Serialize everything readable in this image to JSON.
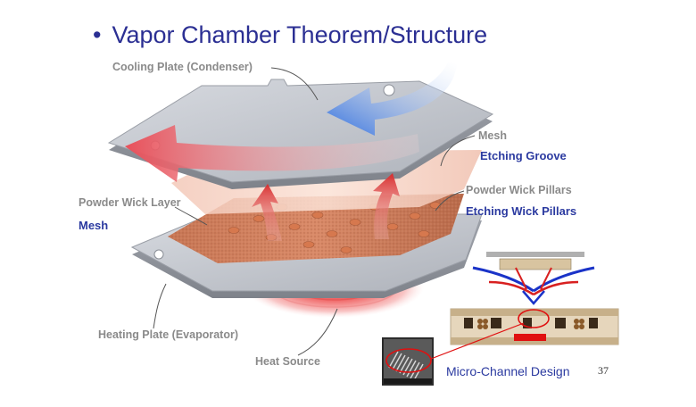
{
  "title": "Vapor Chamber Theorem/Structure",
  "labels": {
    "cooling_plate": "Cooling Plate (Condenser)",
    "mesh_right": "Mesh",
    "etching_groove": "Etching Groove",
    "powder_wick_pillars": "Powder Wick Pillars",
    "etching_wick_pillars": "Etching Wick Pillars",
    "powder_wick_layer": "Powder Wick Layer",
    "mesh_left": "Mesh",
    "heating_plate": "Heating Plate (Evaporator)",
    "heat_source": "Heat Source"
  },
  "inset": {
    "caption": "Micro-Channel Design"
  },
  "page_number": "37",
  "colors": {
    "title": "#2b2f93",
    "label_gray": "#8a8a8a",
    "label_blue": "#2b3aa0",
    "plate": "#c9ccd3",
    "wick": "#c9785a",
    "hot": "#e23b3b",
    "cool": "#2f6fe0"
  }
}
